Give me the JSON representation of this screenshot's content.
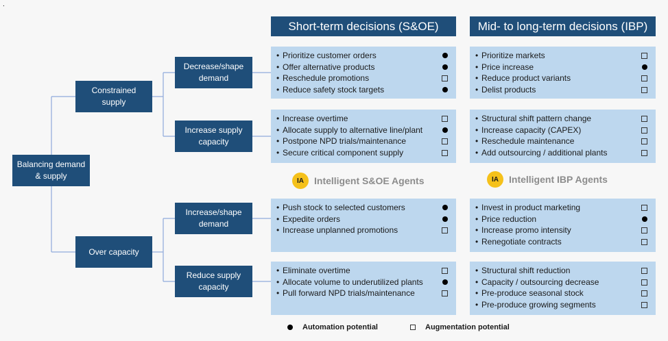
{
  "root": {
    "label": "Balancing demand & supply"
  },
  "branches": [
    {
      "label": "Constrained supply",
      "children": [
        {
          "label": "Decrease/shape demand"
        },
        {
          "label": "Increase supply capacity"
        }
      ]
    },
    {
      "label": "Over capacity",
      "children": [
        {
          "label": "Increase/shape demand"
        },
        {
          "label": "Reduce supply capacity"
        }
      ]
    }
  ],
  "columns": [
    {
      "title": "Short-term decisions (S&OE)"
    },
    {
      "title": "Mid- to long-term decisions (IBP)"
    }
  ],
  "panels": [
    [
      {
        "items": [
          {
            "text": "Prioritize customer orders",
            "type": "automation"
          },
          {
            "text": "Offer alternative products",
            "type": "automation"
          },
          {
            "text": "Reschedule promotions",
            "type": "augmentation"
          },
          {
            "text": "Reduce safety stock targets",
            "type": "automation"
          }
        ]
      },
      {
        "items": [
          {
            "text": "Prioritize markets",
            "type": "augmentation"
          },
          {
            "text": "Price increase",
            "type": "automation"
          },
          {
            "text": "Reduce product variants",
            "type": "augmentation"
          },
          {
            "text": "Delist products",
            "type": "augmentation"
          }
        ]
      }
    ],
    [
      {
        "items": [
          {
            "text": "Increase overtime",
            "type": "augmentation"
          },
          {
            "text": "Allocate supply to alternative line/plant",
            "type": "automation"
          },
          {
            "text": "Postpone NPD trials/maintenance",
            "type": "augmentation"
          },
          {
            "text": "Secure critical component supply",
            "type": "augmentation"
          }
        ]
      },
      {
        "items": [
          {
            "text": "Structural shift pattern change",
            "type": "augmentation"
          },
          {
            "text": "Increase capacity (CAPEX)",
            "type": "augmentation"
          },
          {
            "text": "Reschedule maintenance",
            "type": "augmentation"
          },
          {
            "text": "Add outsourcing / additional plants",
            "type": "augmentation"
          }
        ]
      }
    ],
    [
      {
        "items": [
          {
            "text": "Push stock to selected customers",
            "type": "automation"
          },
          {
            "text": "Expedite orders",
            "type": "automation"
          },
          {
            "text": "Increase unplanned promotions",
            "type": "augmentation"
          }
        ]
      },
      {
        "items": [
          {
            "text": "Invest in product marketing",
            "type": "augmentation"
          },
          {
            "text": "Price reduction",
            "type": "automation"
          },
          {
            "text": "Increase promo intensity",
            "type": "augmentation"
          },
          {
            "text": "Renegotiate contracts",
            "type": "augmentation"
          }
        ]
      }
    ],
    [
      {
        "items": [
          {
            "text": "Eliminate overtime",
            "type": "augmentation"
          },
          {
            "text": "Allocate volume to underutilized plants",
            "type": "automation"
          },
          {
            "text": "Pull forward NPD trials/maintenance",
            "type": "augmentation"
          }
        ]
      },
      {
        "items": [
          {
            "text": "Structural shift reduction",
            "type": "augmentation"
          },
          {
            "text": "Capacity / outsourcing decrease",
            "type": "augmentation"
          },
          {
            "text": "Pre-produce seasonal stock",
            "type": "augmentation"
          },
          {
            "text": "Pre-produce growing segments",
            "type": "augmentation"
          }
        ]
      }
    ]
  ],
  "agents": [
    {
      "badge": "IA",
      "label": "Intelligent S&OE Agents"
    },
    {
      "badge": "IA",
      "label": "Intelligent IBP Agents"
    }
  ],
  "legend": {
    "automation": "Automation potential",
    "augmentation": "Augmentation potential"
  },
  "stray_mark": ".",
  "colors": {
    "node": "#1f4e79",
    "panel": "#bdd7ee",
    "connector": "#8faadc",
    "agent_badge": "#f5c11b",
    "agent_text": "#8c8c8c"
  },
  "icons": {
    "bullet": "•"
  }
}
